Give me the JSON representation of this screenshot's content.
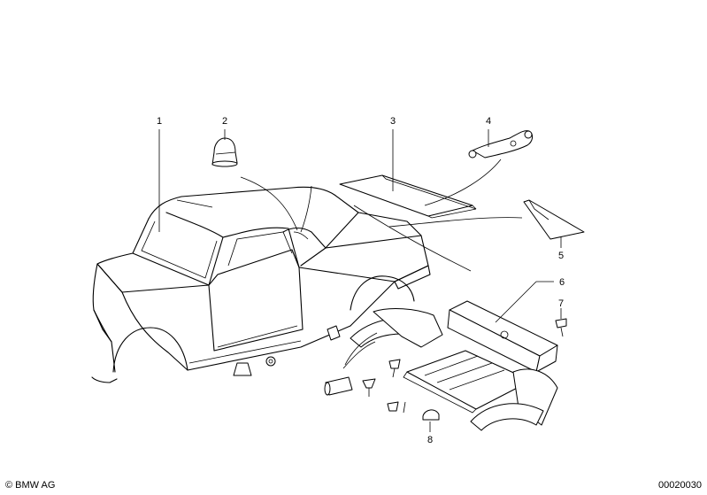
{
  "callouts": [
    {
      "id": "1",
      "label": "1"
    },
    {
      "id": "2",
      "label": "2"
    },
    {
      "id": "3",
      "label": "3"
    },
    {
      "id": "4",
      "label": "4"
    },
    {
      "id": "5",
      "label": "5"
    },
    {
      "id": "6",
      "label": "6"
    },
    {
      "id": "7",
      "label": "7"
    },
    {
      "id": "8",
      "label": "8"
    }
  ],
  "footer": {
    "copyright": "© BMW AG",
    "diagram_number": "00020030"
  },
  "colors": {
    "line": "#000000",
    "background": "#ffffff",
    "speckle": "#444444"
  }
}
